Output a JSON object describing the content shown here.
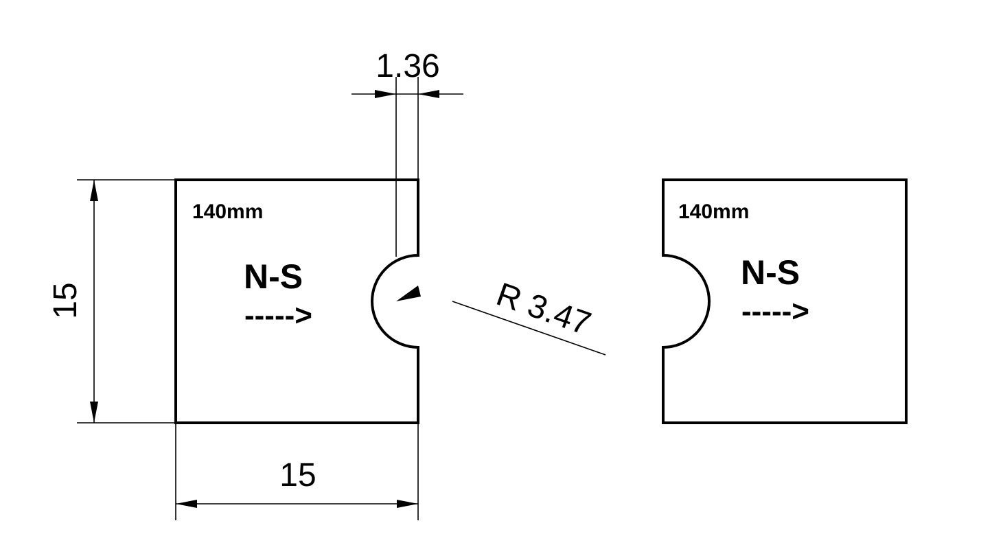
{
  "dimensions": {
    "notch_depth": "1.36",
    "height": "15",
    "width": "15",
    "radius": "R 3.47"
  },
  "left_specimen": {
    "length_label": "140mm",
    "orientation_label": "N-S",
    "direction_arrow": "----->"
  },
  "right_specimen": {
    "length_label": "140mm",
    "orientation_label": "N-S",
    "direction_arrow": "----->"
  }
}
